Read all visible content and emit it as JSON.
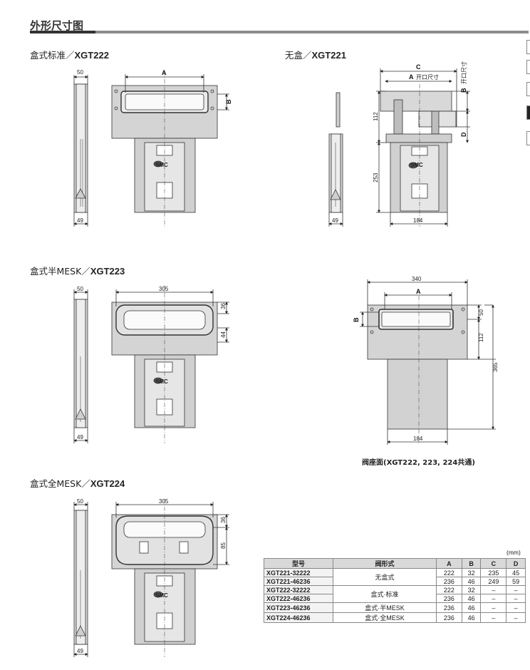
{
  "page_title": "外形尺寸图",
  "sections": {
    "xgt222": {
      "prefix": "盒式标准／",
      "model": "XGT222"
    },
    "xgt221": {
      "prefix": "无盒／",
      "model": "XGT221"
    },
    "xgt223": {
      "prefix": "盒式半MESK／",
      "model": "XGT223"
    },
    "xgt224": {
      "prefix": "盒式全MESK／",
      "model": "XGT224"
    }
  },
  "dims": {
    "d50": "50",
    "d49": "49",
    "dA": "A",
    "dB": "B",
    "dC": "C",
    "dD": "D",
    "d112": "112",
    "d253": "253",
    "d184": "184",
    "d305": "305",
    "d36": "36",
    "d44": "44",
    "d85": "85",
    "d340": "340",
    "d365": "365",
    "opening": "开口尺寸",
    "brand": "SMC"
  },
  "seat_caption": "阀座面(XGT222, 223, 224共通)",
  "table": {
    "unit": "(mm)",
    "headers": [
      "型号",
      "阀形式",
      "A",
      "B",
      "C",
      "D"
    ],
    "rows": [
      {
        "model": "XGT221-32222",
        "A": "222",
        "B": "32",
        "C": "235",
        "D": "45"
      },
      {
        "model": "XGT221-46236",
        "A": "236",
        "B": "46",
        "C": "249",
        "D": "59"
      },
      {
        "model": "XGT222-32222",
        "A": "222",
        "B": "32",
        "C": "–",
        "D": "–"
      },
      {
        "model": "XGT222-46236",
        "A": "236",
        "B": "46",
        "C": "–",
        "D": "–"
      },
      {
        "model": "XGT223-46236",
        "type": "盒式·半MESK",
        "A": "236",
        "B": "46",
        "C": "–",
        "D": "–"
      },
      {
        "model": "XGT224-46236",
        "type": "盒式·全MESK",
        "A": "236",
        "B": "46",
        "C": "–",
        "D": "–"
      }
    ],
    "type_none": "无盒式",
    "type_std": "盒式·标准"
  }
}
